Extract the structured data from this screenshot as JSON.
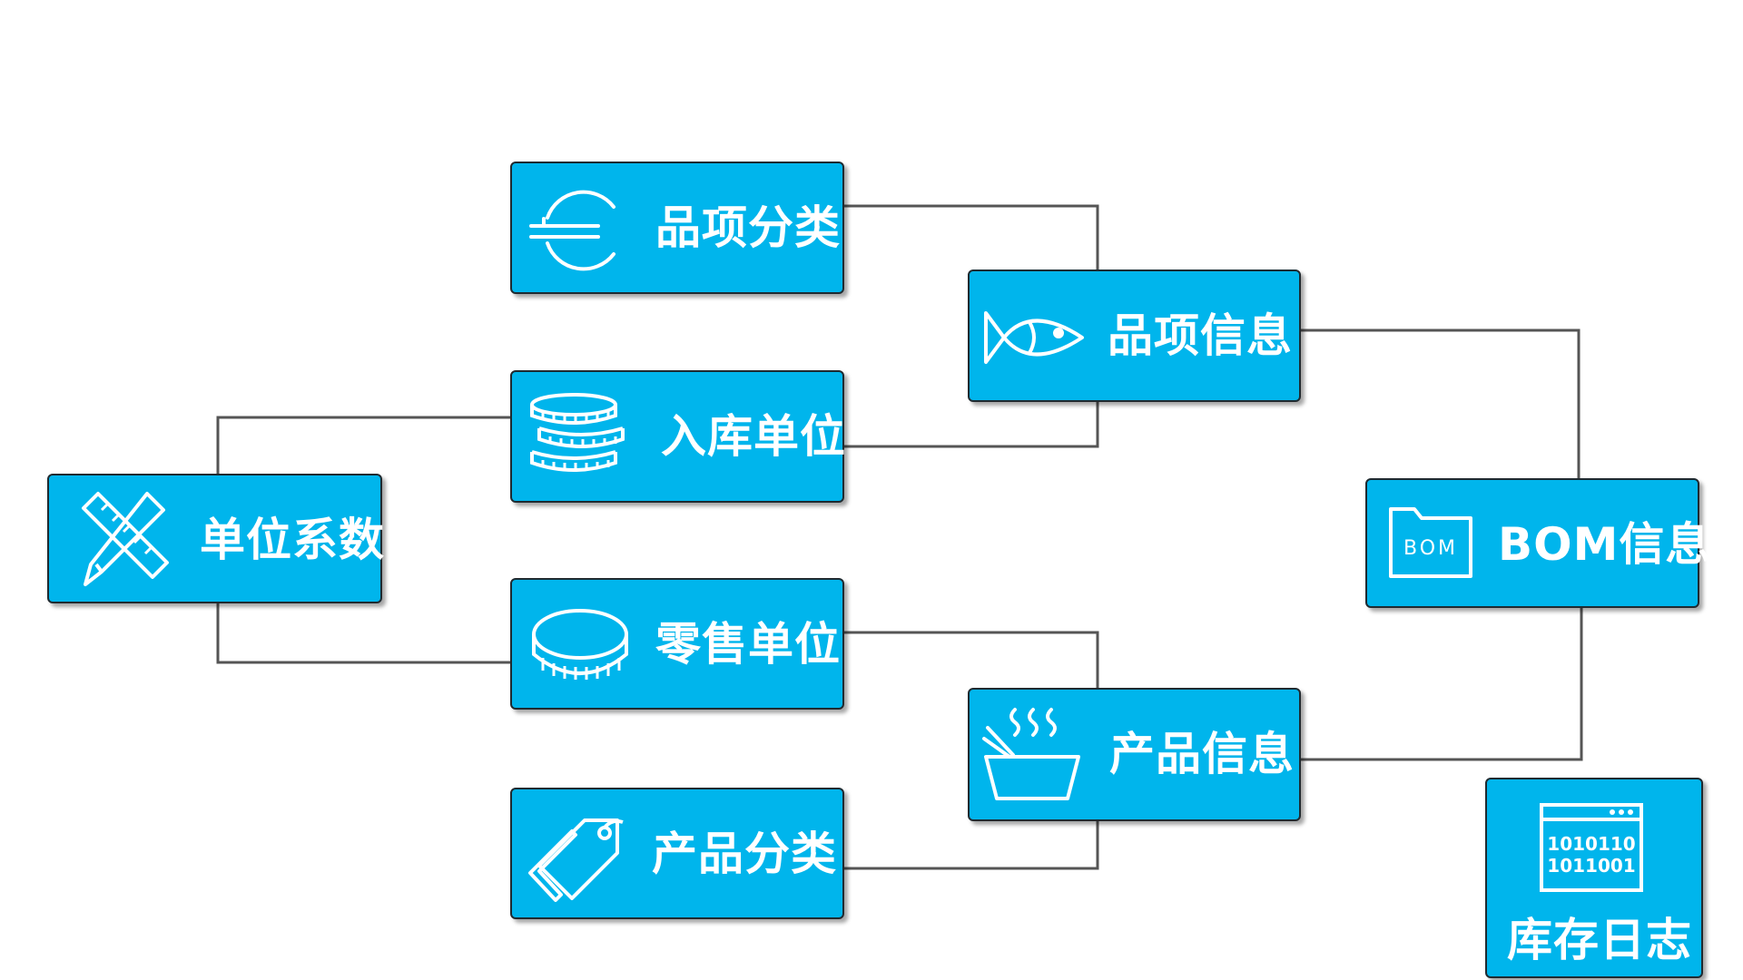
{
  "diagram": {
    "nodes": [
      {
        "id": "category",
        "label": "品项分类",
        "icon": "euro-icon"
      },
      {
        "id": "item_info",
        "label": "品项信息",
        "icon": "fish-icon"
      },
      {
        "id": "stock_unit",
        "label": "入库单位",
        "icon": "coin-stack-icon"
      },
      {
        "id": "unit_factor",
        "label": "单位系数",
        "icon": "ruler-pencil-icon"
      },
      {
        "id": "retail_unit",
        "label": "零售单位",
        "icon": "coin-icon"
      },
      {
        "id": "bom_info",
        "label": "BOM信息",
        "icon": "bom-folder-icon",
        "icon_text": "BOM"
      },
      {
        "id": "product_info",
        "label": "产品信息",
        "icon": "hot-bowl-icon"
      },
      {
        "id": "product_category",
        "label": "产品分类",
        "icon": "price-tags-icon"
      },
      {
        "id": "inventory_log",
        "label": "库存日志",
        "icon": "binary-window-icon",
        "icon_text_line1": "1010110",
        "icon_text_line2": "1011001"
      }
    ],
    "connections": [
      [
        "category",
        "item_info"
      ],
      [
        "stock_unit",
        "item_info"
      ],
      [
        "unit_factor",
        "stock_unit"
      ],
      [
        "unit_factor",
        "retail_unit"
      ],
      [
        "retail_unit",
        "product_info"
      ],
      [
        "product_category",
        "product_info"
      ],
      [
        "item_info",
        "bom_info"
      ],
      [
        "product_info",
        "bom_info"
      ]
    ],
    "colors": {
      "node_fill": "#00b5ec",
      "node_border": "#1f2a30",
      "connector": "#555555",
      "text": "#ffffff"
    }
  }
}
